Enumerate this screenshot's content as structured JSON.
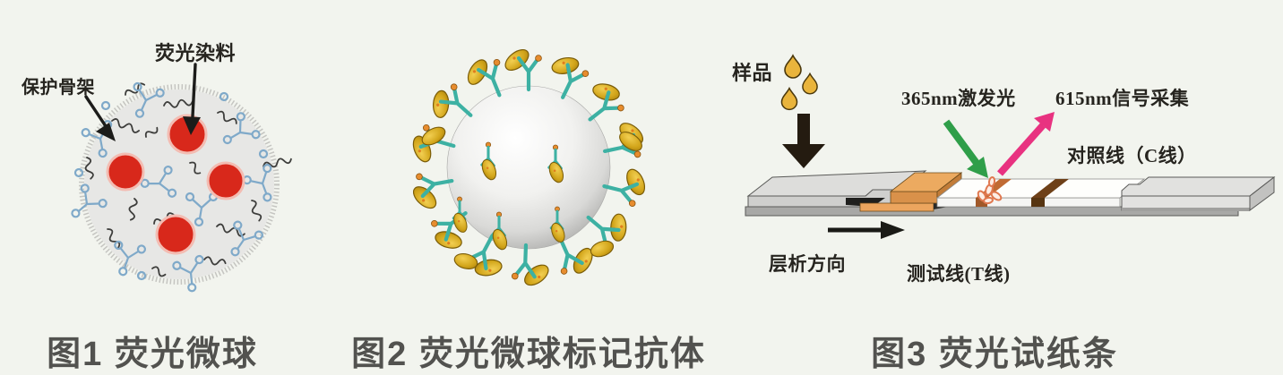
{
  "page": {
    "background": "#f2f4ee"
  },
  "figure1": {
    "caption": "图1 荧光微球",
    "labels": {
      "skeleton": "保护骨架",
      "dye": "荧光染料"
    },
    "colors": {
      "dye_red": "#d8281b",
      "dye_halo_pink": "#f3bcb2",
      "chain_blue": "#7fa9c9",
      "sphere_fill": "#e7e7e5"
    }
  },
  "figure2": {
    "caption": "图2 荧光微球标记抗体",
    "colors": {
      "antibody_teal": "#3db1a3",
      "label_gold": "#d2a51a",
      "tip_orange": "#e78c2e",
      "sphere_gray": "#d9d9d7"
    }
  },
  "figure3": {
    "caption": "图3 荧光试纸条",
    "labels": {
      "sample": "样品",
      "excitation": "365nm激发光",
      "signal": "615nm信号采集",
      "control_line": "对照线（C线）",
      "flow_direction": "层析方向",
      "test_line": "测试线(T线)"
    },
    "colors": {
      "droplet_gold": "#e9b43c",
      "excitation_green": "#2f9e49",
      "signal_pink": "#e83280",
      "conjugate_pad_orange": "#ecaa60",
      "test_line_orange": "#c06a33",
      "control_line_brown": "#6e4018",
      "strip_gray": "#dddddb"
    }
  }
}
